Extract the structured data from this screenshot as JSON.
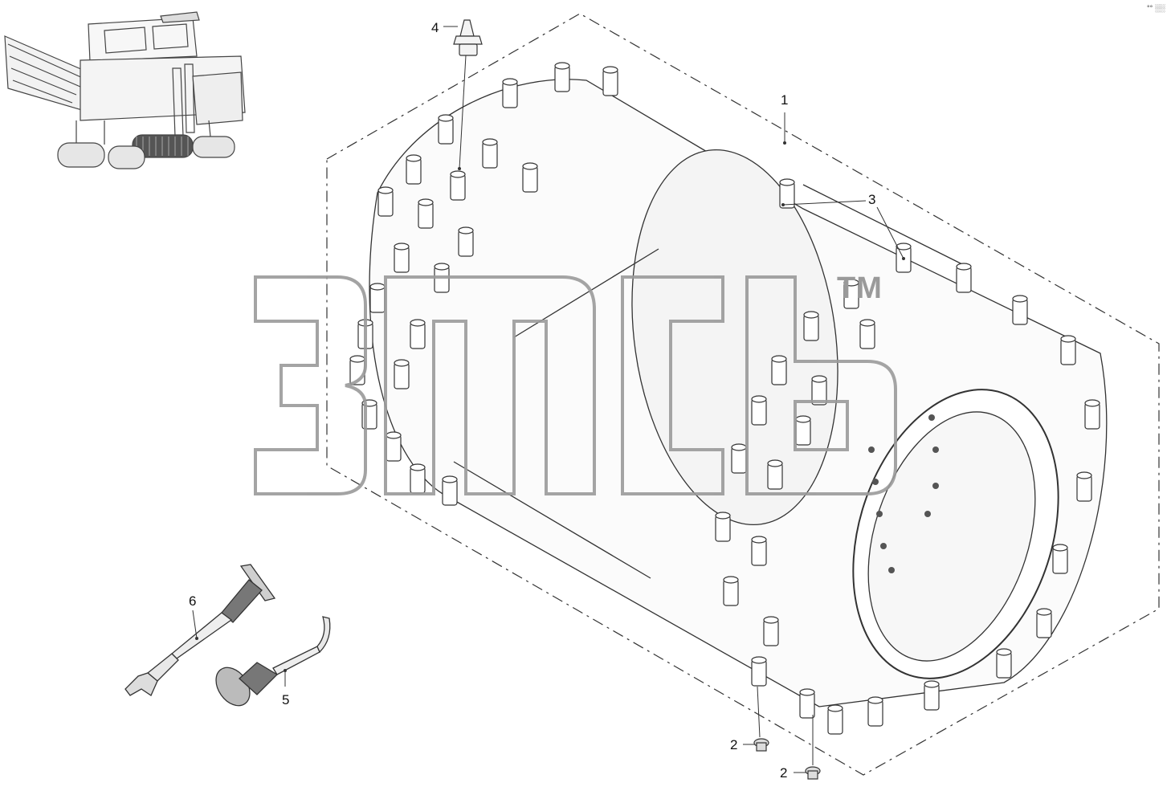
{
  "corner_mark": "°° ░░",
  "watermark": {
    "trademark": "TM"
  },
  "callouts": {
    "c1": "1",
    "c2a": "2",
    "c2b": "2",
    "c3": "3",
    "c4": "4",
    "c5": "5",
    "c6": "6"
  },
  "colors": {
    "line": "#333333",
    "watermark": "#9a9a9a",
    "background": "#ffffff"
  }
}
